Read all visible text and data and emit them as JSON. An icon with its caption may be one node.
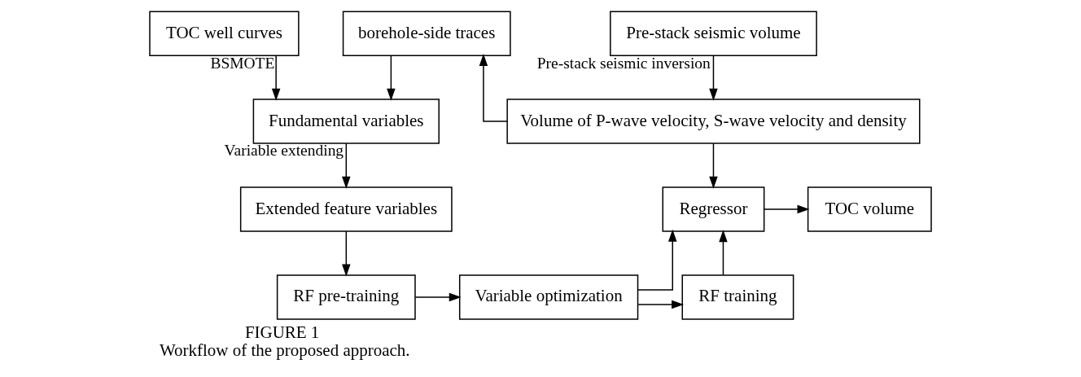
{
  "diagram": {
    "title": "FIGURE 1",
    "caption": "Workflow of the proposed approach.",
    "nodes": [
      {
        "text": [
          "TOC well curves"
        ]
      },
      {
        "text": [
          "borehole-side traces"
        ]
      },
      {
        "text": [
          "Pre-stack seismic volume"
        ]
      },
      {
        "text": [
          "Fundamental variables"
        ]
      },
      {
        "text": [
          "Volume of P-wave velocity, S-wave velocity and density"
        ]
      },
      {
        "text": [
          "Extended feature variables"
        ]
      },
      {
        "text": [
          "Regressor"
        ]
      },
      {
        "text": [
          "TOC volume"
        ]
      },
      {
        "text": [
          "RF pre-training"
        ]
      },
      {
        "text": [
          "Variable optimization"
        ]
      },
      {
        "text": [
          "RF training"
        ]
      }
    ],
    "edges": [
      {
        "from": 0,
        "to": 3,
        "arrow": "to",
        "label": "BSMOTE"
      },
      {
        "from": 1,
        "to": 3,
        "arrow": "to"
      },
      {
        "from": 2,
        "to": 4,
        "arrow": "to",
        "label": "Pre-stack seismic inversion"
      },
      {
        "from": 4,
        "to": 1,
        "arrow": "to"
      },
      {
        "from": 3,
        "to": 5,
        "arrow": "to",
        "label": "Variable extending"
      },
      {
        "from": 5,
        "to": 8,
        "arrow": "to"
      },
      {
        "from": 8,
        "to": 9,
        "arrow": "to"
      },
      {
        "from": 9,
        "to": 10,
        "arrow": "to"
      },
      {
        "from": 9,
        "to": 6,
        "arrow": "to"
      },
      {
        "from": 4,
        "to": 6,
        "arrow": "to"
      },
      {
        "from": 10,
        "to": 6,
        "arrow": "to"
      },
      {
        "from": 6,
        "to": 7,
        "arrow": "to"
      }
    ]
  }
}
